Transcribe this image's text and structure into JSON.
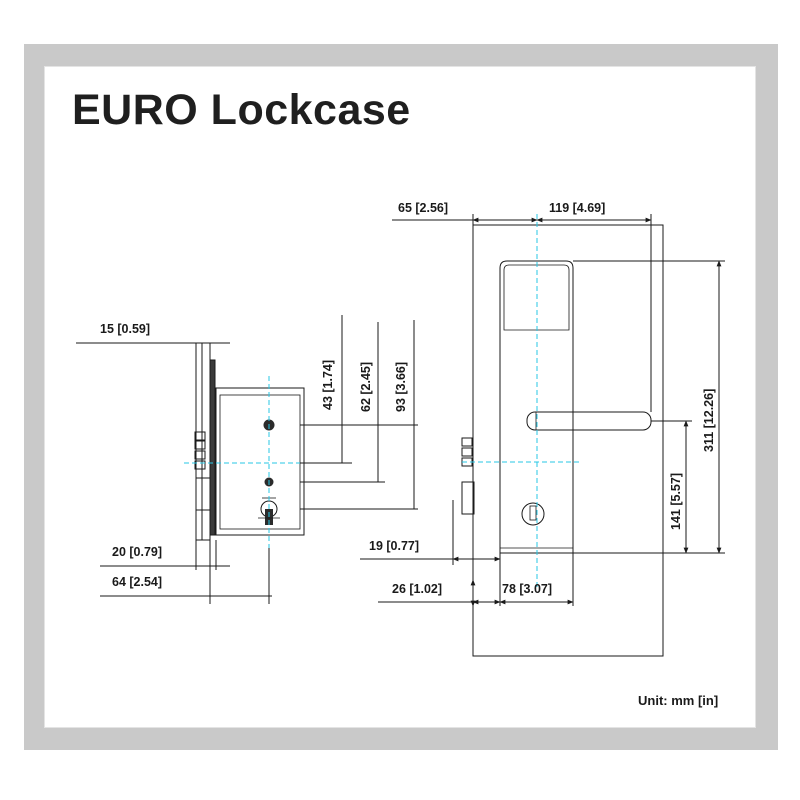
{
  "title": "EURO Lockcase",
  "unit_note": "Unit: mm [in]",
  "dimensions": {
    "d15": "15 [0.59]",
    "d43": "43 [1.74]",
    "d62": "62 [2.45]",
    "d93": "93 [3.66]",
    "d20": "20 [0.79]",
    "d64": "64 [2.54]",
    "d65": "65 [2.56]",
    "d119": "119 [4.69]",
    "d311": "311 [12.26]",
    "d141": "141 [5.57]",
    "d19": "19 [0.77]",
    "d26": "26 [1.02]",
    "d78": "78 [3.07]"
  },
  "colors": {
    "centerline": "#27c7e6",
    "ink": "#1a1a1a",
    "frame": "#c9c9c9"
  }
}
